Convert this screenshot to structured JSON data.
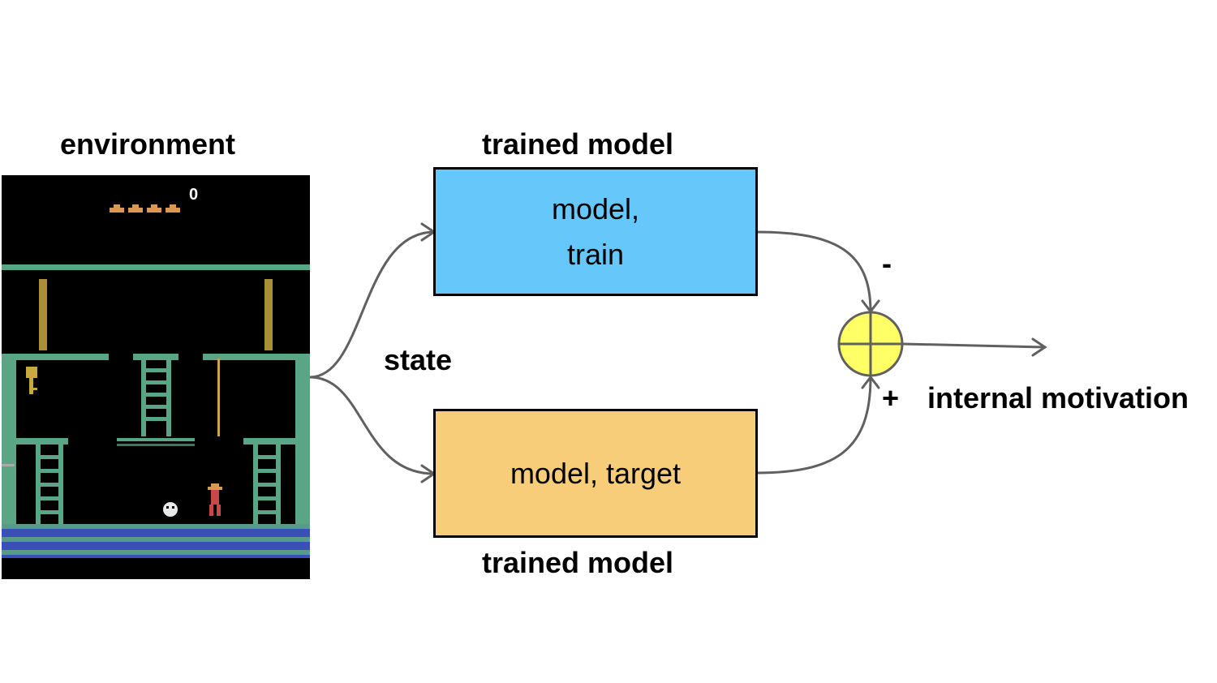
{
  "environment": {
    "title": "environment",
    "score": "0"
  },
  "top_model": {
    "heading": "trained model",
    "line1": "model,",
    "line2": "train",
    "fill": "#66c8fa"
  },
  "bottom_model": {
    "heading": "trained model",
    "text": "model, target",
    "fill": "#f7cd79"
  },
  "state_label": "state",
  "minus_sign": "-",
  "plus_sign": "+",
  "output_label": "internal motivation",
  "sum_node": {
    "fill": "#ffff66",
    "icon": "circled-plus-icon"
  },
  "colors": {
    "arrow": "#606060",
    "game_bg": "#000000",
    "game_green": "#5aa585",
    "game_floor_blue": "#3a50b8",
    "game_ladder": "#c8a840",
    "game_gold": "#d89a50"
  }
}
